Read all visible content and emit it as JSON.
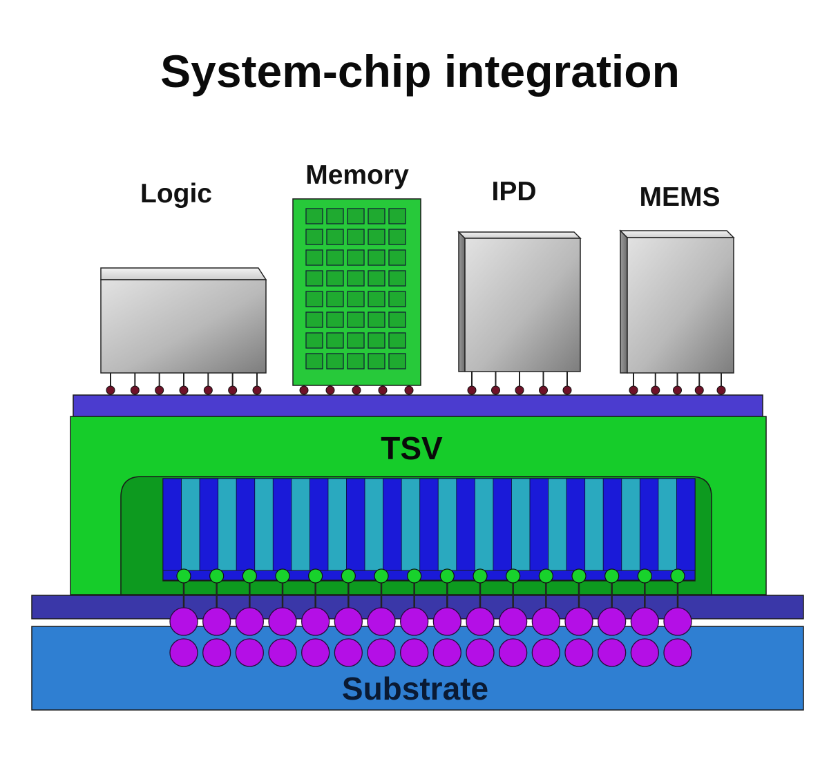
{
  "title": "System-chip integration",
  "chips": {
    "logic": "Logic",
    "memory": "Memory",
    "ipd": "IPD",
    "mems": "MEMS"
  },
  "layers": {
    "tsv": "TSV",
    "substrate": "Substrate"
  },
  "colors": {
    "interposer_green": "#16cc2a",
    "cavity_green": "#0d9a1f",
    "redistribution_blue": "#4b3ccf",
    "tsv_dark": "#1a1ad8",
    "tsv_light": "#2aa9bf",
    "substrate_blue": "#2f7fd2",
    "bump_purple": "#b40fe6",
    "microbump_green": "#18d22c",
    "pin_dark": "#6e1228",
    "chip_gray": "#b8b8b8",
    "memory_green": "#27c93a"
  },
  "counts": {
    "tsv_pillars": 29,
    "microbumps": 16,
    "bga_balls_per_row": 16,
    "bga_rows": 2,
    "memory_cell_rows": 8,
    "memory_cell_cols": 5,
    "logic_pins": 7,
    "memory_pins": 5,
    "ipd_pins": 5,
    "mems_pins": 5
  }
}
